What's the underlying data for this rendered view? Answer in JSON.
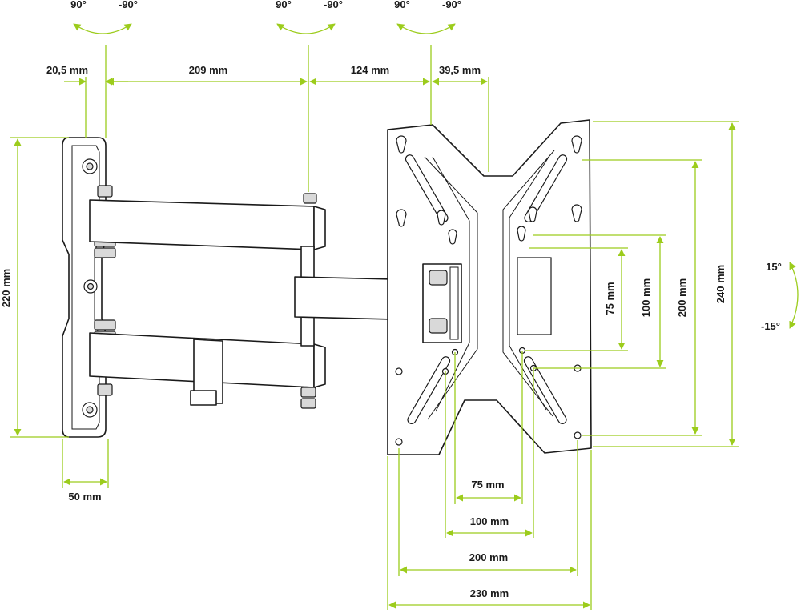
{
  "rotation_labels": {
    "swivel_1": {
      "pos": "90°",
      "neg": "-90°"
    },
    "swivel_2": {
      "pos": "90°",
      "neg": "-90°"
    },
    "swivel_3": {
      "pos": "90°",
      "neg": "-90°"
    },
    "tilt": {
      "pos": "15°",
      "neg": "-15°"
    }
  },
  "dimensions": {
    "wall_plate_offset": "20,5 mm",
    "arm_1": "209 mm",
    "arm_2": "124 mm",
    "plate_offset": "39,5 mm",
    "wall_plate_height": "220 mm",
    "wall_plate_width": "50 mm",
    "vesa_h_75": "75 mm",
    "vesa_h_100": "100 mm",
    "vesa_h_200": "200 mm",
    "vesa_w_230": "230 mm",
    "vesa_v_75": "75 mm",
    "vesa_v_100": "100 mm",
    "vesa_v_200": "200 mm",
    "vesa_v_240": "240 mm"
  },
  "colors": {
    "dimension_line": "#9ccc1c",
    "outline": "#1a1a1a"
  }
}
